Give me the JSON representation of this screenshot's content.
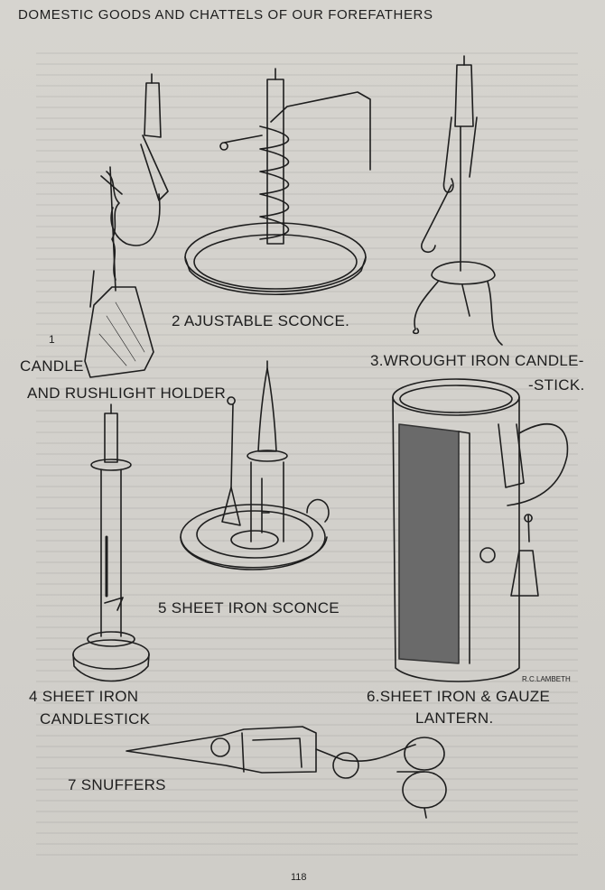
{
  "header": {
    "running_title": "DOMESTIC GOODS AND CHATTELS OF OUR FOREFATHERS"
  },
  "figures": [
    {
      "number": "1",
      "caption_line1": "CANDLE",
      "caption_line2": "AND RUSHLIGHT HOLDER"
    },
    {
      "caption": "2 AJUSTABLE SCONCE."
    },
    {
      "caption_line1": "3.WROUGHT IRON CANDLE-",
      "caption_line2": "-STICK."
    },
    {
      "caption_line1": "4  SHEET IRON",
      "caption_line2": "CANDLESTICK"
    },
    {
      "caption": "5  SHEET IRON SCONCE"
    },
    {
      "caption_line1": "6.SHEET IRON & GAUZE",
      "caption_line2": "LANTERN."
    },
    {
      "caption": "7 SNUFFERS"
    }
  ],
  "artist_signature": "R.C.LAMBETH",
  "page_number": "118"
}
